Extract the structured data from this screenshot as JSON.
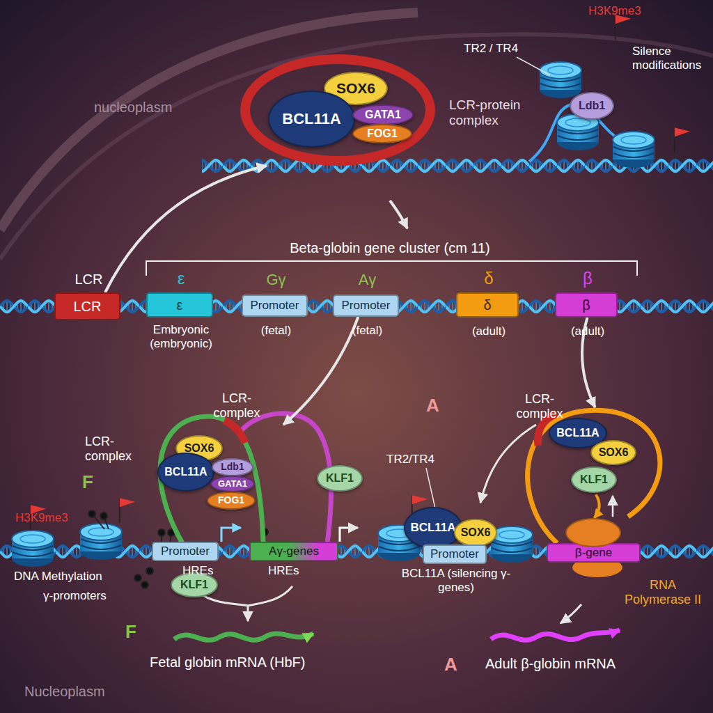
{
  "diagram": {
    "nodes": [
      {
        "text": [
          "LCR-protein complex"
        ]
      },
      {
        "text": [
          "SOX6"
        ],
        "in": 0
      },
      {
        "text": [
          "BCL11A"
        ],
        "in": 0
      },
      {
        "text": [
          "GATA1"
        ],
        "in": 0
      },
      {
        "text": [
          "FOG1"
        ],
        "in": 0
      },
      {
        "text": [
          "LCR"
        ],
        "in": 0
      },
      {
        "text": [
          "Ldb1"
        ]
      },
      {
        "text": [
          "LCR",
          "LCR"
        ]
      },
      {
        "text": [
          "ε",
          "ε",
          "Embryonic (embryonic)"
        ]
      },
      {
        "text": [
          "Gγ",
          "Promoter",
          "(fetal)"
        ]
      },
      {
        "text": [
          "Aγ",
          "Promoter",
          "(fetal)"
        ]
      },
      {
        "text": [
          "δ",
          "δ",
          "(adult)"
        ]
      },
      {
        "text": [
          "β",
          "β",
          "(adult)"
        ]
      },
      {
        "text": [
          "LCR- complex"
        ]
      },
      {
        "text": [
          "SOX6"
        ],
        "in": 13
      },
      {
        "text": [
          "BCL11A"
        ],
        "in": 13
      },
      {
        "text": [
          "Ldb1"
        ],
        "in": 13
      },
      {
        "text": [
          "GATA1"
        ],
        "in": 13
      },
      {
        "text": [
          "FOG1"
        ],
        "in": 13
      },
      {
        "text": [
          "KLF1"
        ]
      },
      {
        "text": [
          "Promoter"
        ]
      },
      {
        "text": [
          "Aγ-genes"
        ]
      },
      {
        "text": [
          "KLF1"
        ]
      },
      {
        "text": [
          "BCL11A"
        ]
      },
      {
        "text": [
          "SOX6"
        ]
      },
      {
        "text": [
          "Promoter"
        ]
      },
      {
        "text": [
          "LCR- complex"
        ]
      },
      {
        "text": [
          "BCL11A"
        ],
        "in": 26
      },
      {
        "text": [
          "SOX6"
        ],
        "in": 26
      },
      {
        "text": [
          "KLF1"
        ],
        "in": 26
      },
      {
        "text": [
          "β-gene"
        ]
      },
      {
        "text": [
          "RNA Polymerase II"
        ]
      }
    ],
    "edges": [
      {
        "from": 7,
        "to": 0,
        "arrow": "to"
      },
      {
        "from": 10,
        "to": 13,
        "arrow": "to"
      },
      {
        "from": 12,
        "to": 26,
        "arrow": "to"
      },
      {
        "from": 26,
        "to": 31,
        "arrow": "to"
      }
    ],
    "labels": [
      "nucleoplasm",
      "H3K9me3",
      "TR2 / TR4",
      "Silence modifications",
      "Beta-globin gene cluster (cm 11)",
      "F",
      "LCR- complex",
      "H3K9me3",
      "DNA Methylation",
      "γ-promoters",
      "HREs",
      "HREs",
      "F",
      "Fetal globin mRNA (HbF)",
      "A",
      "TR2/TR4",
      "BCL11A (silencing γ-genes)",
      "A",
      "Adult β-globin mRNA",
      "Nucleoplasm"
    ]
  }
}
